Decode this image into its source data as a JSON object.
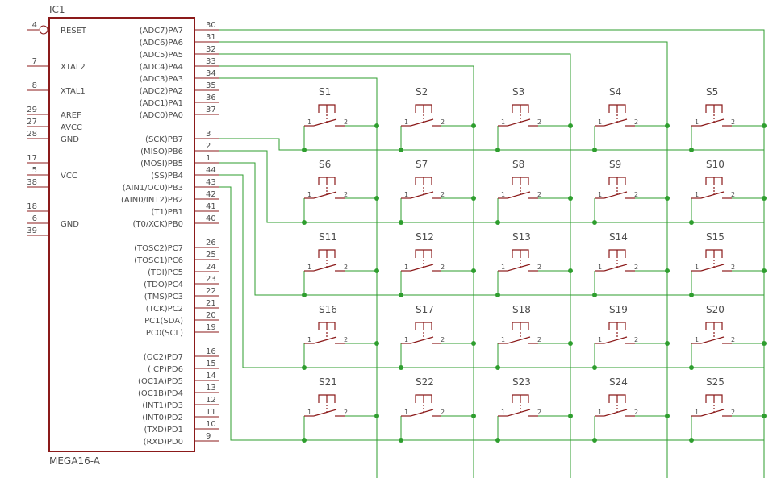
{
  "ic": {
    "name": "IC1",
    "value": "MEGA16-A",
    "left_pins": [
      {
        "num": "4",
        "label": "RESET",
        "active_low": true
      },
      {
        "num": "7",
        "label": "XTAL2"
      },
      {
        "num": "8",
        "label": "XTAL1"
      },
      {
        "num": "29",
        "label": "AREF"
      },
      {
        "num": "27",
        "label": "AVCC"
      },
      {
        "num": "28",
        "label": "GND"
      },
      {
        "num": "17",
        "label": ""
      },
      {
        "num": "5",
        "label": "VCC"
      },
      {
        "num": "38",
        "label": ""
      },
      {
        "num": "18",
        "label": ""
      },
      {
        "num": "6",
        "label": "GND"
      },
      {
        "num": "39",
        "label": ""
      }
    ],
    "right_pins": [
      {
        "num": "30",
        "label": "(ADC7)PA7"
      },
      {
        "num": "31",
        "label": "(ADC6)PA6"
      },
      {
        "num": "32",
        "label": "(ADC5)PA5"
      },
      {
        "num": "33",
        "label": "(ADC4)PA4"
      },
      {
        "num": "34",
        "label": "(ADC3)PA3"
      },
      {
        "num": "35",
        "label": "(ADC2)PA2"
      },
      {
        "num": "36",
        "label": "(ADC1)PA1"
      },
      {
        "num": "37",
        "label": "(ADC0)PA0"
      },
      {
        "num": "3",
        "label": "(SCK)PB7"
      },
      {
        "num": "2",
        "label": "(MISO)PB6"
      },
      {
        "num": "1",
        "label": "(MOSI)PB5"
      },
      {
        "num": "44",
        "label": "(SS)PB4"
      },
      {
        "num": "43",
        "label": "(AIN1/OC0)PB3"
      },
      {
        "num": "42",
        "label": "(AIN0/INT2)PB2"
      },
      {
        "num": "41",
        "label": "(T1)PB1"
      },
      {
        "num": "40",
        "label": "(T0/XCK)PB0"
      },
      {
        "num": "26",
        "label": "(TOSC2)PC7"
      },
      {
        "num": "25",
        "label": "(TOSC1)PC6"
      },
      {
        "num": "24",
        "label": "(TDI)PC5"
      },
      {
        "num": "23",
        "label": "(TDO)PC4"
      },
      {
        "num": "22",
        "label": "(TMS)PC3"
      },
      {
        "num": "21",
        "label": "(TCK)PC2"
      },
      {
        "num": "20",
        "label": "PC1(SDA)"
      },
      {
        "num": "19",
        "label": "PC0(SCL)"
      },
      {
        "num": "16",
        "label": "(OC2)PD7"
      },
      {
        "num": "15",
        "label": "(ICP)PD6"
      },
      {
        "num": "14",
        "label": "(OC1A)PD5"
      },
      {
        "num": "13",
        "label": "(OC1B)PD4"
      },
      {
        "num": "12",
        "label": "(INT1)PD3"
      },
      {
        "num": "11",
        "label": "(INT0)PD2"
      },
      {
        "num": "10",
        "label": "(TXD)PD1"
      },
      {
        "num": "9",
        "label": "(RXD)PD0"
      }
    ]
  },
  "switches": [
    "S1",
    "S2",
    "S3",
    "S4",
    "S5",
    "S6",
    "S7",
    "S8",
    "S9",
    "S10",
    "S11",
    "S12",
    "S13",
    "S14",
    "S15",
    "S16",
    "S17",
    "S18",
    "S19",
    "S20",
    "S21",
    "S22",
    "S23",
    "S24",
    "S25"
  ],
  "switch_pin_labels": {
    "a": "1",
    "b": "2"
  },
  "colors": {
    "symbol": "#8b1a1a",
    "wire": "#2e9e2e",
    "text": "#4d4d4d"
  }
}
